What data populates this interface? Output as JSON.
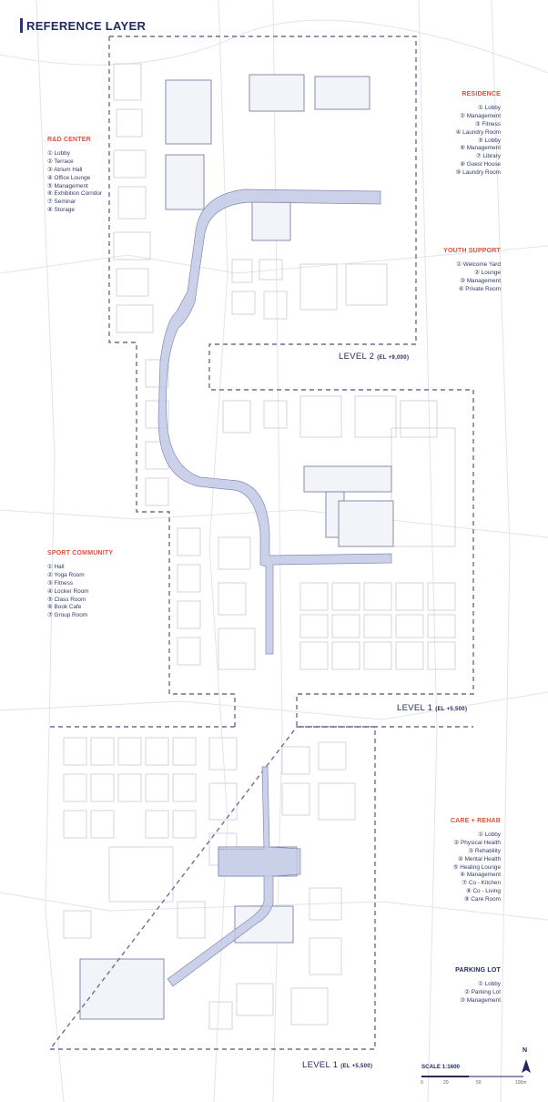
{
  "title": "REFERENCE LAYER",
  "colors": {
    "accent": "#e0503a",
    "outline": "#6c6f9a",
    "walkway": "#b9c0e0",
    "block": "#c5c8d8"
  },
  "legends": {
    "rnd": {
      "heading": "R&D CENTER",
      "items": [
        "① Lobby",
        "② Terrace",
        "③ Atrium Hall",
        "④ Office Lounge",
        "⑤ Management",
        "⑥ Exhibition Corridor",
        "⑦ Seminar",
        "⑧ Storage"
      ]
    },
    "residence": {
      "heading": "RESIDENCE",
      "items": [
        "① Lobby",
        "② Management",
        "③ Fitness",
        "④ Laundry Room",
        "⑤ Lobby",
        "⑥ Management",
        "⑦ Library",
        "⑧ Guest House",
        "⑨ Laundry Room"
      ]
    },
    "youth": {
      "heading": "YOUTH SUPPORT",
      "items": [
        "① Welcome Yard",
        "② Lounge",
        "③ Management",
        "④ Private Room"
      ]
    },
    "sport": {
      "heading": "SPORT COMMUNITY",
      "items": [
        "① Hall",
        "② Yoga Room",
        "③ Fitness",
        "④ Locker Room",
        "⑤ Class Room",
        "⑥ Book Cafe",
        "⑦ Group Room"
      ]
    },
    "care": {
      "heading": "CARE + REHAB",
      "items": [
        "① Lobby",
        "② Physical Health",
        "③ Rehability",
        "④ Mental Health",
        "⑤ Healing Lounge",
        "⑥ Management",
        "⑦ Co - Kitchen",
        "⑧ Co - Living",
        "⑨ Care Room"
      ]
    },
    "parking": {
      "heading": "PARKING LOT",
      "items": [
        "① Lobby",
        "② Parking Lot",
        "③ Management"
      ]
    }
  },
  "levels": {
    "level2": {
      "label": "LEVEL 2",
      "el": "(EL +9,000)"
    },
    "level1a": {
      "label": "LEVEL 1",
      "el": "(EL +5,500)"
    },
    "level1b": {
      "label": "LEVEL 1",
      "el": "(EL +5,500)"
    }
  },
  "scale": {
    "label": "SCALE 1:1600",
    "ticks": [
      "0",
      "20",
      "50",
      "100m"
    ],
    "north": "N"
  }
}
